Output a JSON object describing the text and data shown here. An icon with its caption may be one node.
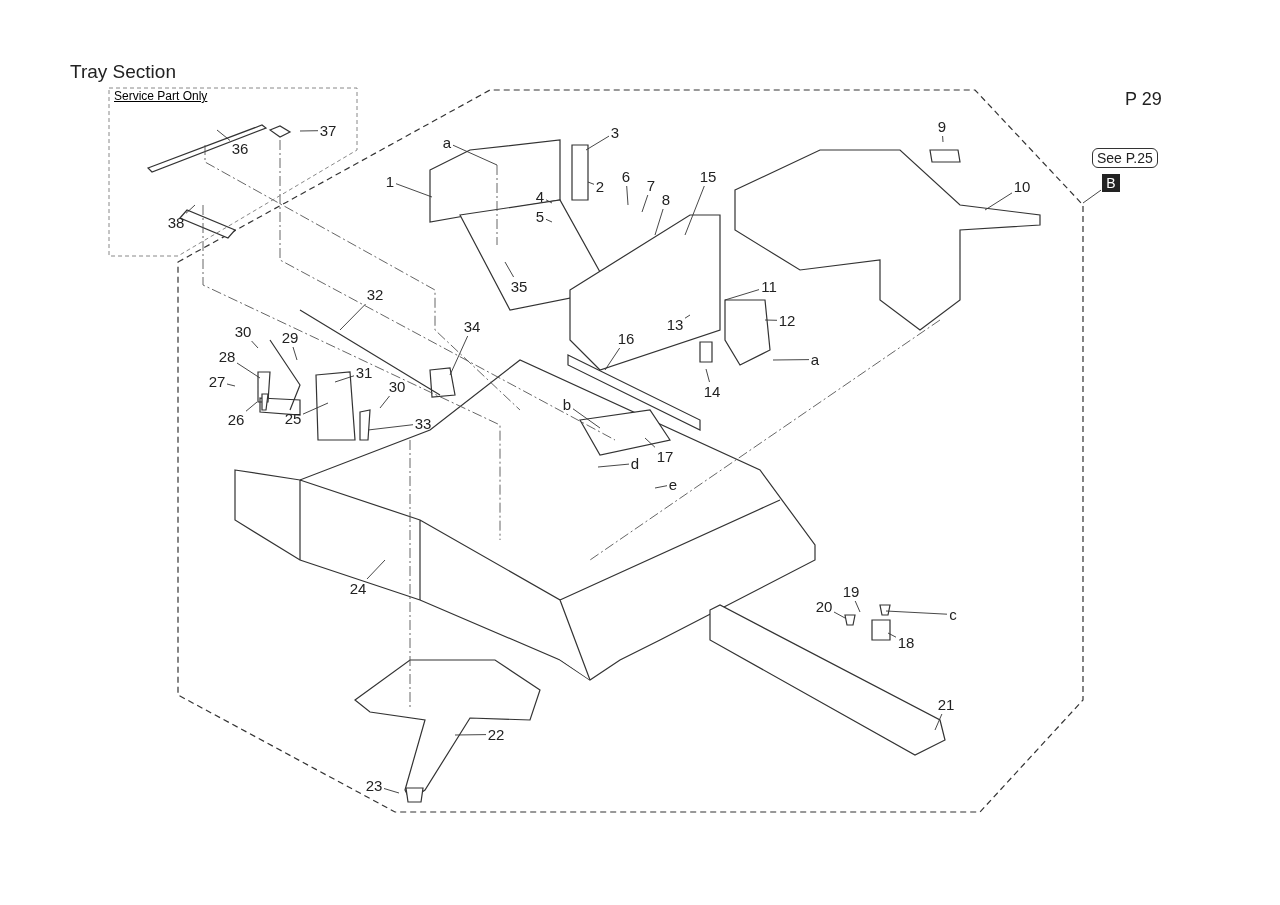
{
  "diagram": {
    "title": "Tray Section",
    "nodes": [
      {
        "text": [
          "Service Part Only"
        ]
      },
      {
        "text": [
          "See P.25"
        ]
      },
      {
        "text": [
          "B"
        ]
      },
      {
        "text": [
          "36"
        ],
        "in": 0
      },
      {
        "text": [
          "37"
        ],
        "in": 0
      },
      {
        "text": [
          "38"
        ],
        "in": 0
      },
      {
        "text": [
          "a"
        ]
      },
      {
        "text": [
          "1"
        ]
      },
      {
        "text": [
          "2"
        ]
      },
      {
        "text": [
          "3"
        ]
      },
      {
        "text": [
          "4"
        ]
      },
      {
        "text": [
          "5"
        ]
      },
      {
        "text": [
          "6"
        ]
      },
      {
        "text": [
          "7"
        ]
      },
      {
        "text": [
          "8"
        ]
      },
      {
        "text": [
          "15"
        ]
      },
      {
        "text": [
          "9"
        ]
      },
      {
        "text": [
          "10"
        ]
      },
      {
        "text": [
          "11"
        ]
      },
      {
        "text": [
          "12"
        ]
      },
      {
        "text": [
          "a"
        ]
      },
      {
        "text": [
          "13"
        ]
      },
      {
        "text": [
          "14"
        ]
      },
      {
        "text": [
          "16"
        ]
      },
      {
        "text": [
          "35"
        ]
      },
      {
        "text": [
          "32"
        ]
      },
      {
        "text": [
          "34"
        ]
      },
      {
        "text": [
          "30"
        ]
      },
      {
        "text": [
          "29"
        ]
      },
      {
        "text": [
          "28"
        ]
      },
      {
        "text": [
          "27"
        ]
      },
      {
        "text": [
          "31"
        ]
      },
      {
        "text": [
          "30"
        ]
      },
      {
        "text": [
          "33"
        ]
      },
      {
        "text": [
          "26"
        ]
      },
      {
        "text": [
          "25"
        ]
      },
      {
        "text": [
          "b"
        ]
      },
      {
        "text": [
          "17"
        ]
      },
      {
        "text": [
          "d"
        ]
      },
      {
        "text": [
          "e"
        ]
      },
      {
        "text": [
          "24"
        ]
      },
      {
        "text": [
          "19"
        ]
      },
      {
        "text": [
          "20"
        ]
      },
      {
        "text": [
          "c"
        ]
      },
      {
        "text": [
          "18"
        ]
      },
      {
        "text": [
          "21"
        ]
      },
      {
        "text": [
          "22"
        ]
      },
      {
        "text": [
          "23"
        ]
      }
    ],
    "edges": [
      {
        "from": 2,
        "to": null,
        "arrow": "none"
      },
      {
        "from": 3,
        "to": null,
        "arrow": "none"
      },
      {
        "from": 4,
        "to": null,
        "arrow": "none"
      },
      {
        "from": 5,
        "to": null,
        "arrow": "none"
      },
      {
        "from": 6,
        "to": null,
        "arrow": "none"
      },
      {
        "from": 7,
        "to": null,
        "arrow": "none"
      },
      {
        "from": 8,
        "to": null,
        "arrow": "none"
      },
      {
        "from": 9,
        "to": null,
        "arrow": "none"
      },
      {
        "from": 10,
        "to": null,
        "arrow": "none"
      },
      {
        "from": 11,
        "to": null,
        "arrow": "none"
      },
      {
        "from": 12,
        "to": null,
        "arrow": "none"
      },
      {
        "from": 13,
        "to": null,
        "arrow": "none"
      },
      {
        "from": 14,
        "to": null,
        "arrow": "none"
      },
      {
        "from": 15,
        "to": null,
        "arrow": "none"
      },
      {
        "from": 16,
        "to": null,
        "arrow": "none"
      },
      {
        "from": 17,
        "to": null,
        "arrow": "none"
      },
      {
        "from": 18,
        "to": null,
        "arrow": "none"
      },
      {
        "from": 19,
        "to": null,
        "arrow": "none"
      },
      {
        "from": 20,
        "to": null,
        "arrow": "none"
      },
      {
        "from": 21,
        "to": null,
        "arrow": "none"
      },
      {
        "from": 22,
        "to": null,
        "arrow": "none"
      },
      {
        "from": 23,
        "to": null,
        "arrow": "none"
      },
      {
        "from": 24,
        "to": null,
        "arrow": "none"
      },
      {
        "from": 25,
        "to": null,
        "arrow": "none"
      },
      {
        "from": 26,
        "to": null,
        "arrow": "none"
      },
      {
        "from": 27,
        "to": null,
        "arrow": "none"
      },
      {
        "from": 28,
        "to": null,
        "arrow": "none"
      },
      {
        "from": 29,
        "to": null,
        "arrow": "none"
      },
      {
        "from": 30,
        "to": null,
        "arrow": "none"
      },
      {
        "from": 31,
        "to": null,
        "arrow": "none"
      },
      {
        "from": 32,
        "to": null,
        "arrow": "none"
      },
      {
        "from": 33,
        "to": null,
        "arrow": "none"
      },
      {
        "from": 34,
        "to": null,
        "arrow": "none"
      },
      {
        "from": 35,
        "to": null,
        "arrow": "none"
      },
      {
        "from": 36,
        "to": null,
        "arrow": "none"
      },
      {
        "from": 37,
        "to": null,
        "arrow": "none"
      },
      {
        "from": 38,
        "to": null,
        "arrow": "none"
      },
      {
        "from": 39,
        "to": null,
        "arrow": "none"
      },
      {
        "from": 40,
        "to": null,
        "arrow": "none"
      },
      {
        "from": 41,
        "to": null,
        "arrow": "none"
      },
      {
        "from": 42,
        "to": null,
        "arrow": "none"
      },
      {
        "from": 43,
        "to": null,
        "arrow": "none"
      },
      {
        "from": 44,
        "to": null,
        "arrow": "none"
      },
      {
        "from": 45,
        "to": null,
        "arrow": "none"
      },
      {
        "from": 46,
        "to": null,
        "arrow": "none"
      },
      {
        "from": 47,
        "to": null,
        "arrow": "none"
      }
    ],
    "labels": [
      "P 29"
    ]
  }
}
